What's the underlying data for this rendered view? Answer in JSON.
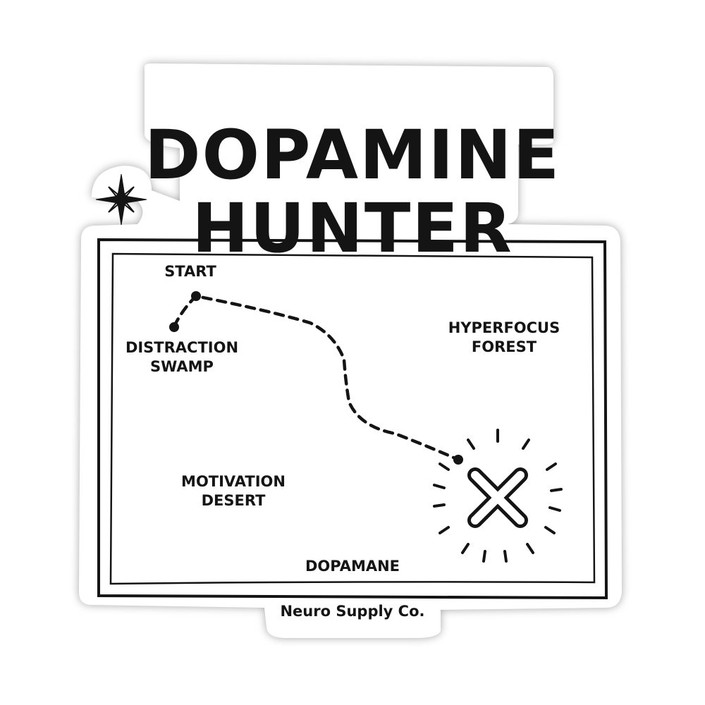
{
  "title": {
    "line1": "DOPAMINE",
    "line2": "HUNTER"
  },
  "map": {
    "start": "START",
    "distraction": {
      "line1": "DISTRACTION",
      "line2": "SWAMP"
    },
    "hyperfocus": {
      "line1": "HYPERFOCUS",
      "line2": "FOREST"
    },
    "motivation": {
      "line1": "MOTIVATION",
      "line2": "DESERT"
    },
    "dopamane": "DOPAMANE"
  },
  "footer": "Neuro Supply Co.",
  "icons": [
    "compass-rose-icon",
    "treasure-x-icon"
  ],
  "colors": {
    "ink": "#141414",
    "paper": "#ffffff"
  }
}
